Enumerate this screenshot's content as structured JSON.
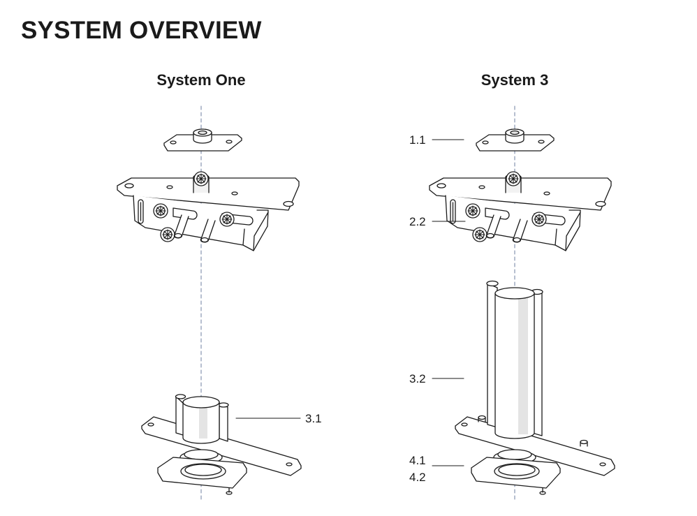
{
  "page": {
    "title": "SYSTEM OVERVIEW"
  },
  "systems": [
    {
      "title": "System One"
    },
    {
      "title": "System 3"
    }
  ],
  "callouts": {
    "c11": "1.1",
    "c22": "2.2",
    "c31": "3.1",
    "c32": "3.2",
    "c41": "4.1",
    "c42": "4.2"
  },
  "colors": {
    "line": "#1a1a1a",
    "fill": "#ffffff",
    "shade": "#e4e4e4",
    "axis": "#7a8aa8"
  }
}
